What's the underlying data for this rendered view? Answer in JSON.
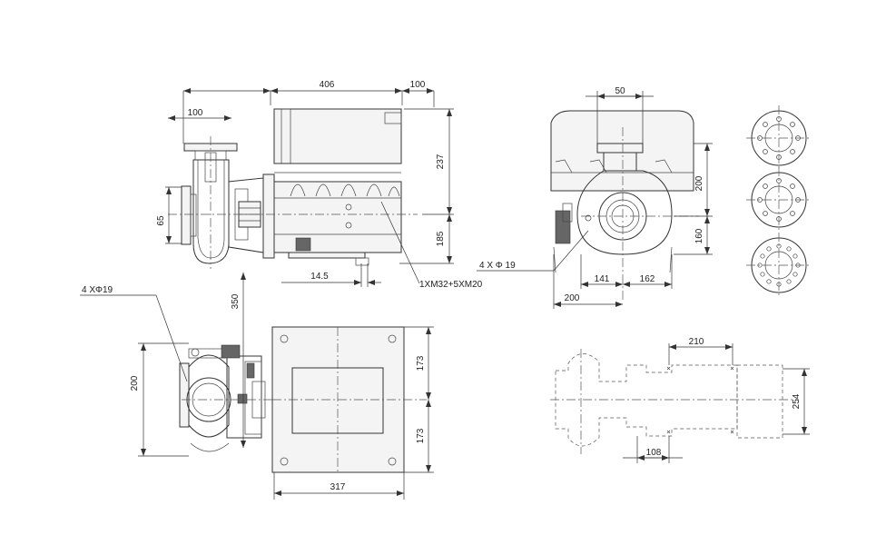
{
  "dimensions": {
    "motor_length": "406",
    "terminal_offset": "100",
    "pump_flange_top": "100",
    "height_upper": "237",
    "height_lower": "185",
    "shaft_height": "65",
    "base_offset": "14.5",
    "cable_entries": "1XM32+5XM20",
    "plan_clearance": "350",
    "plan_height": "200",
    "motor_width_top": "173",
    "motor_width_bottom": "173",
    "motor_depth": "317",
    "front_nozzle": "50",
    "front_height_upper": "200",
    "front_height_lower": "160",
    "front_half_left": "141",
    "front_half_right": "162",
    "front_base_width": "200",
    "rear_length": "210",
    "rear_width": "254",
    "rear_offset": "108"
  },
  "callouts": {
    "bolts_left": "4     XΦ19",
    "bolts_right": "4     X Φ 19"
  }
}
